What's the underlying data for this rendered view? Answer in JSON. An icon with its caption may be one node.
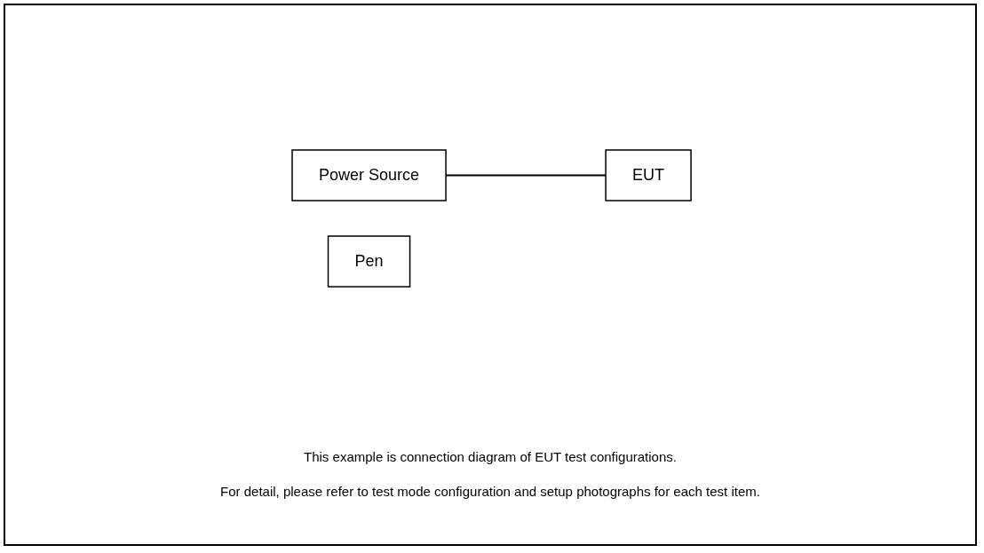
{
  "diagram": {
    "nodes": [
      {
        "text": [
          "Power Source"
        ]
      },
      {
        "text": [
          "Pen"
        ]
      },
      {
        "text": [
          "EUT"
        ]
      }
    ],
    "edges": [
      {
        "from": 0,
        "to": 2,
        "arrow": "none"
      }
    ],
    "labels": [
      "This example is connection diagram of EUT test configurations.",
      "For detail, please refer to test mode configuration and setup photographs for each test item."
    ]
  }
}
